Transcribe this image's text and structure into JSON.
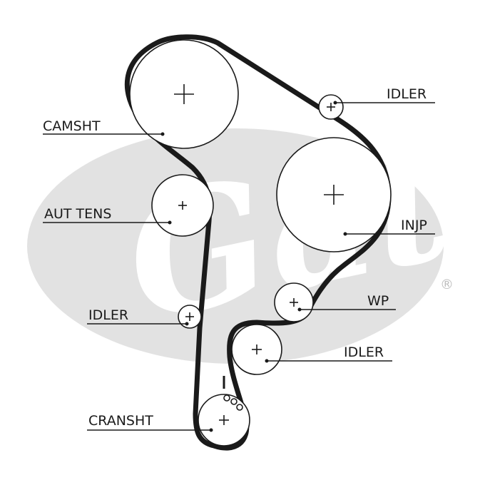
{
  "watermark": {
    "text": "Gates",
    "registered_mark": "®"
  },
  "labels": {
    "camsht": "CAMSHT",
    "idler_top_right": "IDLER",
    "aut_tens": "AUT TENS",
    "injp": "INJP",
    "idler_left": "IDLER",
    "wp": "WP",
    "idler_bottom_right": "IDLER",
    "cransht": "CRANSHT"
  }
}
